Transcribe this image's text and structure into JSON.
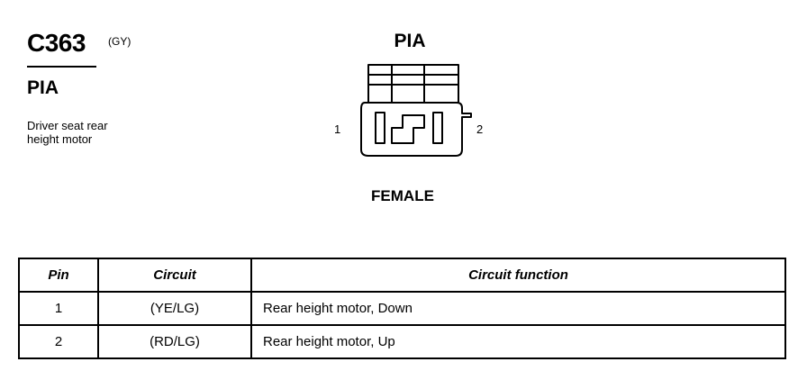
{
  "connector": {
    "id": "C363",
    "color": "(GY)",
    "code": "PIA",
    "description": "Driver seat rear height motor"
  },
  "diagram": {
    "label": "PIA",
    "pin_left": "1",
    "pin_right": "2",
    "gender": "FEMALE"
  },
  "table": {
    "headers": {
      "pin": "Pin",
      "circuit": "Circuit",
      "function": "Circuit function"
    },
    "rows": [
      {
        "pin": "1",
        "circuit": "(YE/LG)",
        "function": "Rear height motor, Down"
      },
      {
        "pin": "2",
        "circuit": "(RD/LG)",
        "function": "Rear height motor, Up"
      }
    ]
  }
}
